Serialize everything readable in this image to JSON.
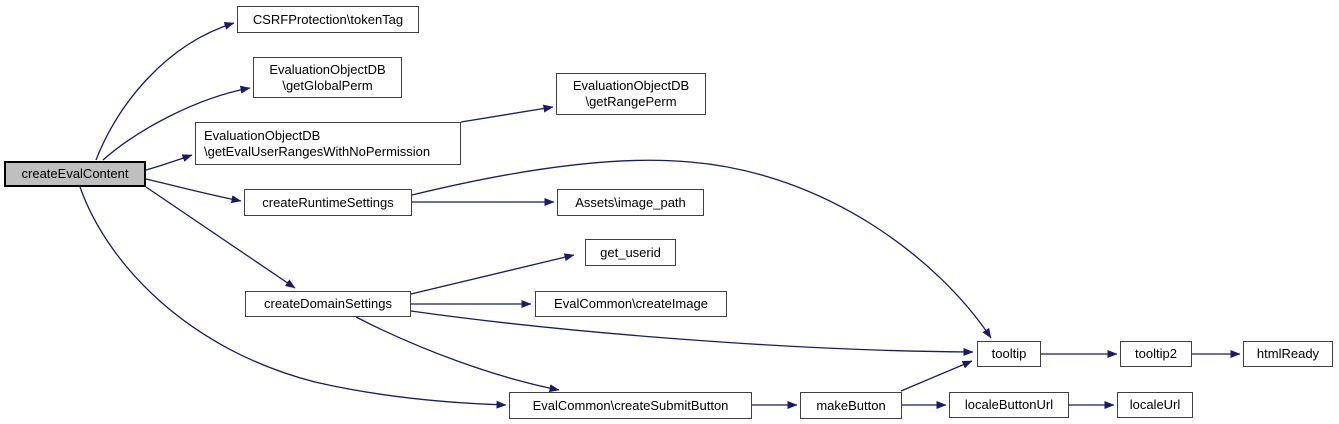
{
  "diagram": {
    "kind": "call-graph",
    "colors": {
      "background": "#ffffff",
      "edge": "#191970",
      "node_fill": "#ffffff",
      "node_border": "#404040",
      "main_fill": "#bfbfbf",
      "main_border": "#000000",
      "text": "#000000"
    },
    "nodes": [
      {
        "id": "createEvalContent",
        "lines": [
          "createEvalContent"
        ],
        "main": true
      },
      {
        "id": "tokenTag",
        "lines": [
          "CSRFProtection\\tokenTag"
        ]
      },
      {
        "id": "getGlobalPerm",
        "lines": [
          "EvaluationObjectDB",
          "\\getGlobalPerm"
        ]
      },
      {
        "id": "getEvalUserRanges",
        "lines": [
          "EvaluationObjectDB",
          "\\getEvalUserRangesWithNoPermission"
        ],
        "align": "left"
      },
      {
        "id": "getRangePerm",
        "lines": [
          "EvaluationObjectDB",
          "\\getRangePerm"
        ]
      },
      {
        "id": "createRuntimeSettings",
        "lines": [
          "createRuntimeSettings"
        ]
      },
      {
        "id": "imagePath",
        "lines": [
          "Assets\\image_path"
        ]
      },
      {
        "id": "getUserid",
        "lines": [
          "get_userid"
        ]
      },
      {
        "id": "createImage",
        "lines": [
          "EvalCommon\\createImage"
        ]
      },
      {
        "id": "createDomainSettings",
        "lines": [
          "createDomainSettings"
        ]
      },
      {
        "id": "createSubmitButton",
        "lines": [
          "EvalCommon\\createSubmitButton"
        ]
      },
      {
        "id": "makeButton",
        "lines": [
          "makeButton"
        ]
      },
      {
        "id": "tooltip",
        "lines": [
          "tooltip"
        ]
      },
      {
        "id": "tooltip2",
        "lines": [
          "tooltip2"
        ]
      },
      {
        "id": "htmlReady",
        "lines": [
          "htmlReady"
        ]
      },
      {
        "id": "localeButtonUrl",
        "lines": [
          "localeButtonUrl"
        ]
      },
      {
        "id": "localeUrl",
        "lines": [
          "localeUrl"
        ]
      }
    ],
    "edges": [
      {
        "from": "createEvalContent",
        "to": "tokenTag"
      },
      {
        "from": "createEvalContent",
        "to": "getGlobalPerm"
      },
      {
        "from": "createEvalContent",
        "to": "getEvalUserRanges"
      },
      {
        "from": "createEvalContent",
        "to": "createRuntimeSettings"
      },
      {
        "from": "createEvalContent",
        "to": "createDomainSettings"
      },
      {
        "from": "createEvalContent",
        "to": "createSubmitButton"
      },
      {
        "from": "getEvalUserRanges",
        "to": "getRangePerm"
      },
      {
        "from": "createRuntimeSettings",
        "to": "imagePath"
      },
      {
        "from": "createRuntimeSettings",
        "to": "tooltip"
      },
      {
        "from": "createDomainSettings",
        "to": "getUserid"
      },
      {
        "from": "createDomainSettings",
        "to": "createImage"
      },
      {
        "from": "createDomainSettings",
        "to": "tooltip"
      },
      {
        "from": "createDomainSettings",
        "to": "createSubmitButton"
      },
      {
        "from": "createSubmitButton",
        "to": "makeButton"
      },
      {
        "from": "makeButton",
        "to": "tooltip"
      },
      {
        "from": "makeButton",
        "to": "localeButtonUrl"
      },
      {
        "from": "localeButtonUrl",
        "to": "localeUrl"
      },
      {
        "from": "tooltip",
        "to": "tooltip2"
      },
      {
        "from": "tooltip2",
        "to": "htmlReady"
      }
    ]
  }
}
